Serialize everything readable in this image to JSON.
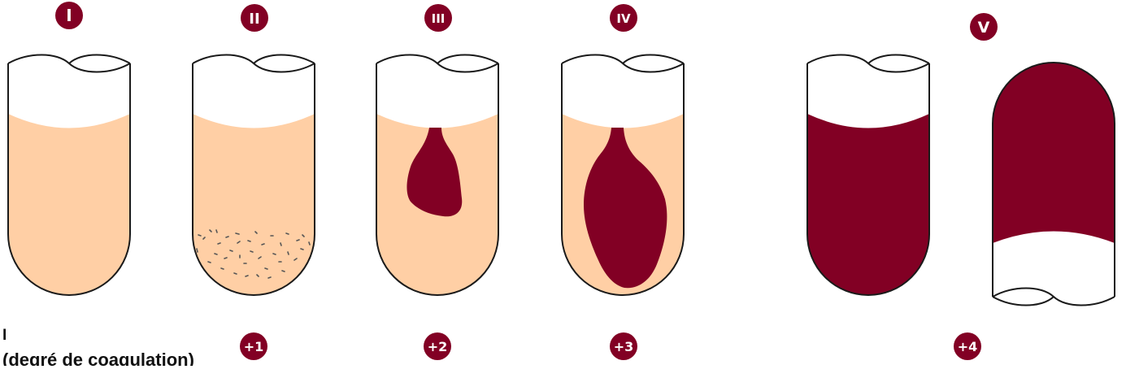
{
  "colors": {
    "plasma": "#FFCFA5",
    "clot": "#820024",
    "badge": "#820024",
    "outline": "#1a1a1a",
    "particles": "#555555"
  },
  "stages": [
    {
      "numeral": "I",
      "grade": ""
    },
    {
      "numeral": "II",
      "grade": "+1"
    },
    {
      "numeral": "III",
      "grade": "+2"
    },
    {
      "numeral": "IV",
      "grade": "+3"
    },
    {
      "numeral": "V",
      "grade": "+4"
    }
  ],
  "label": {
    "line1": "I",
    "line2": "(degré de coagulation)"
  }
}
